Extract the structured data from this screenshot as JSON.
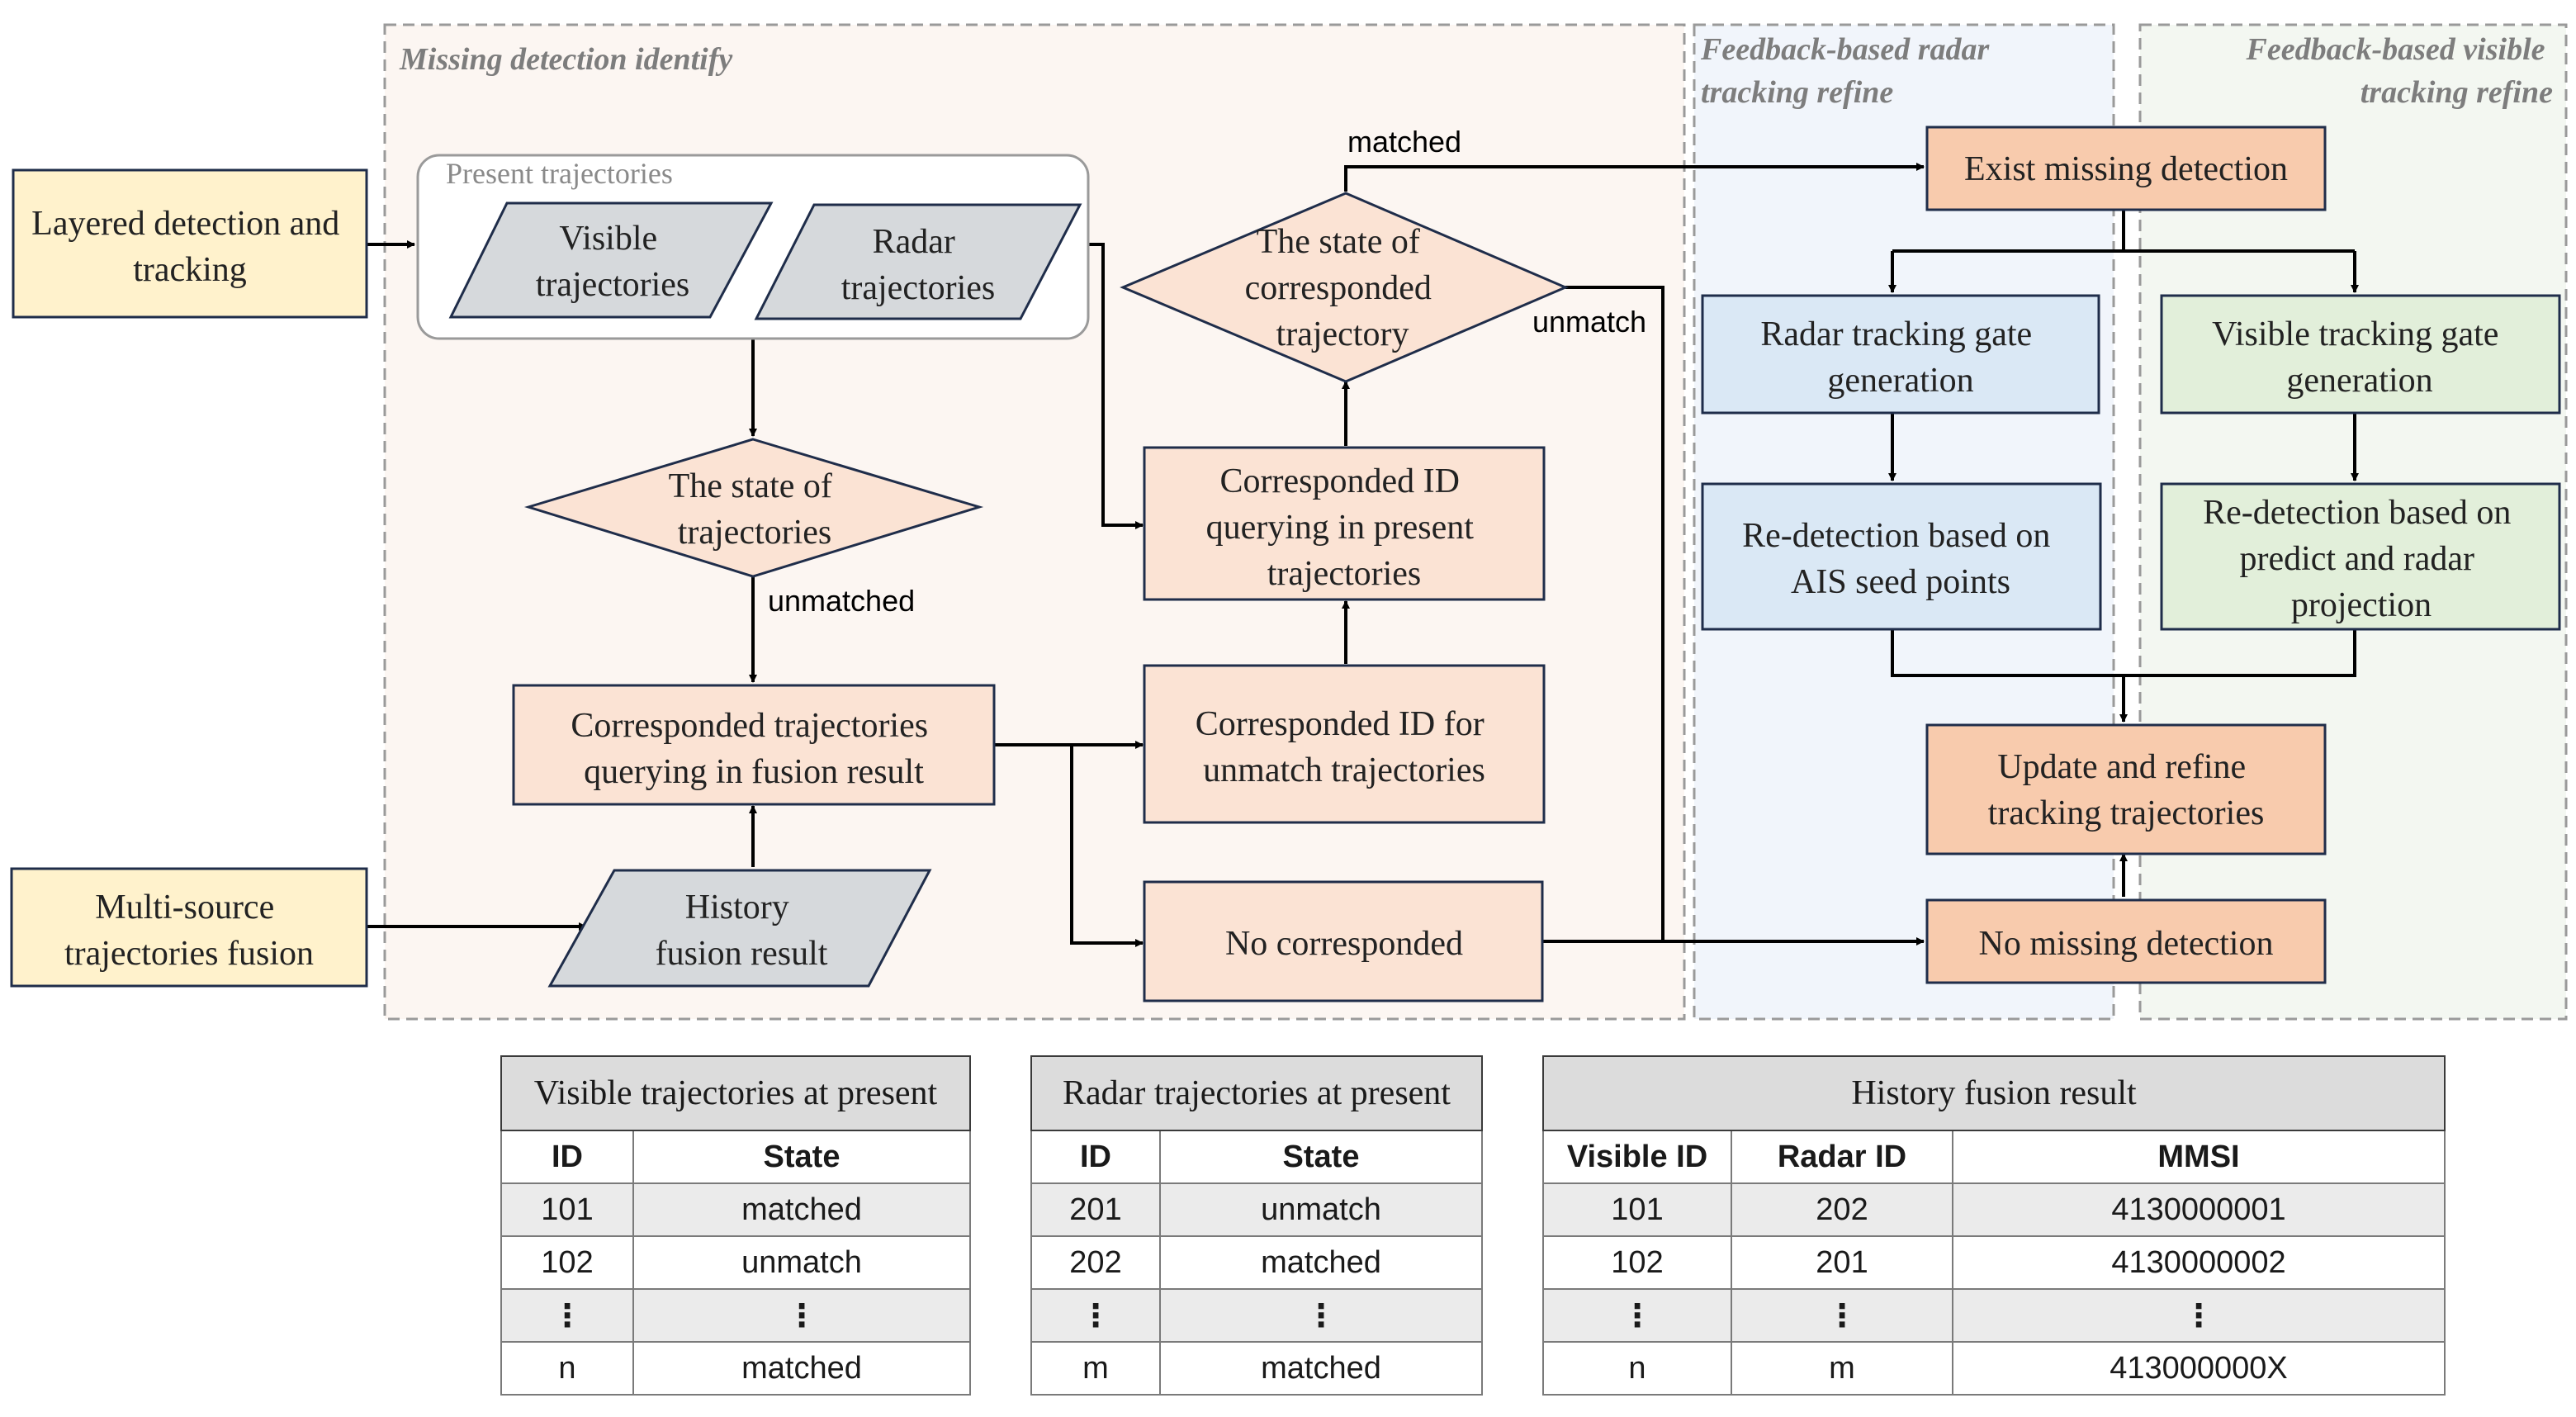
{
  "regions": {
    "missing": "Missing detection identify",
    "radar_refine": [
      "Feedback-based radar",
      "tracking refine"
    ],
    "visible_refine": [
      "Feedback-based visible",
      "tracking refine"
    ]
  },
  "boxes": {
    "layered": [
      "Layered detection and",
      "tracking"
    ],
    "multisource": [
      "Multi-source",
      "trajectories fusion"
    ],
    "present_group": "Present trajectories",
    "visible_traj": [
      "Visible",
      "trajectories"
    ],
    "radar_traj": [
      "Radar",
      "trajectories"
    ],
    "state_traj": [
      "The state of",
      "trajectories"
    ],
    "corr_traj_query": [
      "Corresponded trajectories",
      "querying in fusion result"
    ],
    "history": [
      "History",
      "fusion result"
    ],
    "corr_id_unmatch": [
      "Corresponded ID for",
      "unmatch trajectories"
    ],
    "corr_id_query": [
      "Corresponded ID",
      "querying in present",
      "trajectories"
    ],
    "state_corr": [
      "The state of",
      "corresponded",
      "trajectory"
    ],
    "no_corr": [
      "No corresponded"
    ],
    "exist_missing": [
      "Exist missing detection"
    ],
    "radar_gate": [
      "Radar tracking gate",
      "generation"
    ],
    "radar_redetect": [
      "Re-detection based on",
      "AIS seed points"
    ],
    "visible_gate": [
      "Visible tracking gate",
      "generation"
    ],
    "visible_redetect": [
      "Re-detection based on",
      "predict and radar",
      "projection"
    ],
    "update_refine": [
      "Update and refine",
      "tracking trajectories"
    ],
    "no_missing": [
      "No missing detection"
    ]
  },
  "edge_labels": {
    "matched": "matched",
    "unmatch": "unmatch",
    "unmatched": "unmatched"
  },
  "tables": {
    "visible": {
      "caption": "Visible trajectories at present",
      "headers": [
        "ID",
        "State"
      ],
      "rows": [
        [
          "101",
          "matched"
        ],
        [
          "102",
          "unmatch"
        ],
        [
          "⋮",
          "⋮"
        ],
        [
          "n",
          "matched"
        ]
      ]
    },
    "radar": {
      "caption": "Radar trajectories at present",
      "headers": [
        "ID",
        "State"
      ],
      "rows": [
        [
          "201",
          "unmatch"
        ],
        [
          "202",
          "matched"
        ],
        [
          "⋮",
          "⋮"
        ],
        [
          "m",
          "matched"
        ]
      ]
    },
    "history": {
      "caption": "History fusion result",
      "headers": [
        "Visible ID",
        "Radar ID",
        "MMSI"
      ],
      "rows": [
        [
          "101",
          "202",
          "4130000001"
        ],
        [
          "102",
          "201",
          "4130000002"
        ],
        [
          "⋮",
          "⋮",
          "⋮"
        ],
        [
          "n",
          "m",
          "413000000X"
        ]
      ]
    }
  },
  "colors": {
    "yellow": "#fff2cc",
    "peach": "#fbe3d4",
    "orange": "#f8cbad",
    "blue_box": "#dae8f5",
    "green_box": "#e2efda",
    "gray_shape": "#d6d9dc",
    "region_missing": "#fcf6f2",
    "region_radar": "#f1f5fb",
    "region_visible": "#f3f7f1"
  }
}
